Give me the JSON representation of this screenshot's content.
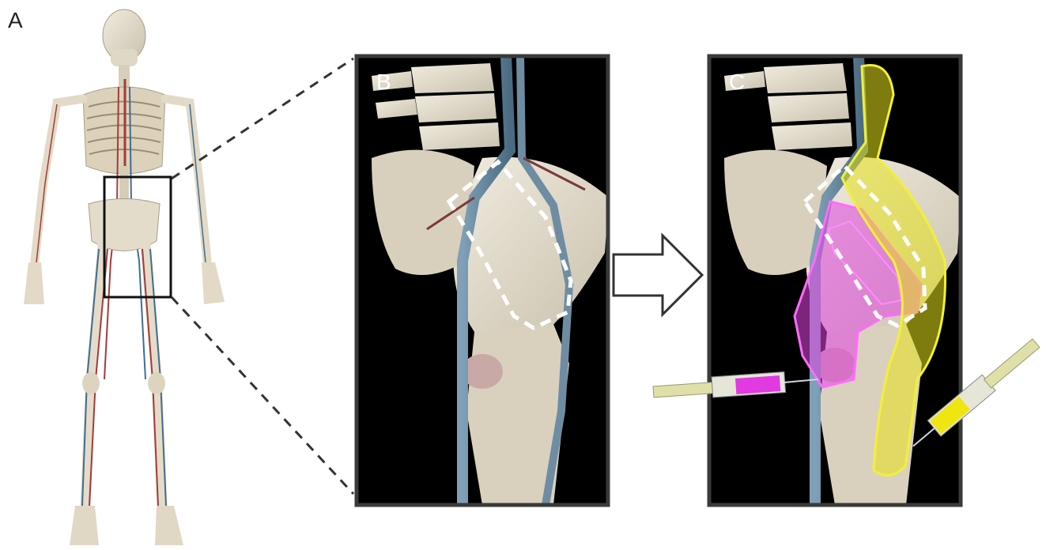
{
  "panels": {
    "a": {
      "label": "A"
    },
    "b": {
      "label": "B"
    },
    "c": {
      "label": "C"
    }
  },
  "colors": {
    "frame": "#3a3a3a",
    "panel_background": "#000000",
    "bone": "#e3ddcf",
    "vein": "#5f7f96",
    "artery": "#8a3a3a",
    "outline_dashed": "#ffffff",
    "injectate_pink": "#e043e0",
    "injectate_yellow": "#e6e21a",
    "arrow_outline": "#333333"
  }
}
